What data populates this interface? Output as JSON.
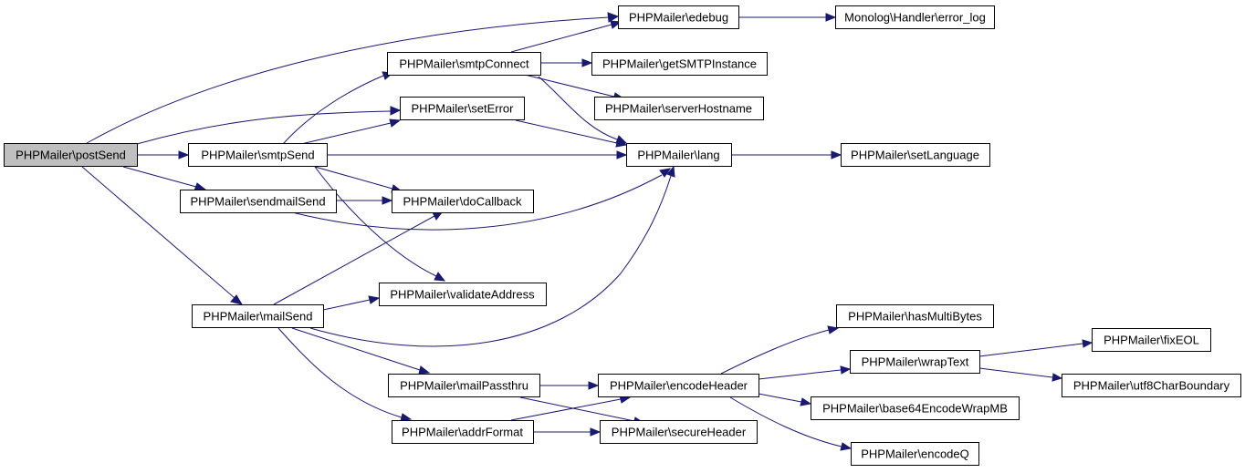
{
  "nodes": {
    "postSend": "PHPMailer\\postSend",
    "edebug": "PHPMailer\\edebug",
    "errorLog": "Monolog\\Handler\\error_log",
    "smtpConnect": "PHPMailer\\smtpConnect",
    "getSMTPInstance": "PHPMailer\\getSMTPInstance",
    "serverHostname": "PHPMailer\\serverHostname",
    "setError": "PHPMailer\\setError",
    "smtpSend": "PHPMailer\\smtpSend",
    "lang": "PHPMailer\\lang",
    "setLanguage": "PHPMailer\\setLanguage",
    "sendmailSend": "PHPMailer\\sendmailSend",
    "doCallback": "PHPMailer\\doCallback",
    "validateAddress": "PHPMailer\\validateAddress",
    "mailSend": "PHPMailer\\mailSend",
    "hasMultiBytes": "PHPMailer\\hasMultiBytes",
    "wrapText": "PHPMailer\\wrapText",
    "fixEOL": "PHPMailer\\fixEOL",
    "utf8CharBoundary": "PHPMailer\\utf8CharBoundary",
    "mailPassthru": "PHPMailer\\mailPassthru",
    "encodeHeader": "PHPMailer\\encodeHeader",
    "base64EncodeWrapMB": "PHPMailer\\base64EncodeWrapMB",
    "addrFormat": "PHPMailer\\addrFormat",
    "secureHeader": "PHPMailer\\secureHeader",
    "encodeQ": "PHPMailer\\encodeQ"
  },
  "colors": {
    "edge": "#191970",
    "root_fill": "#bfbfbf",
    "node_fill": "#ffffff",
    "node_border": "#000000"
  }
}
